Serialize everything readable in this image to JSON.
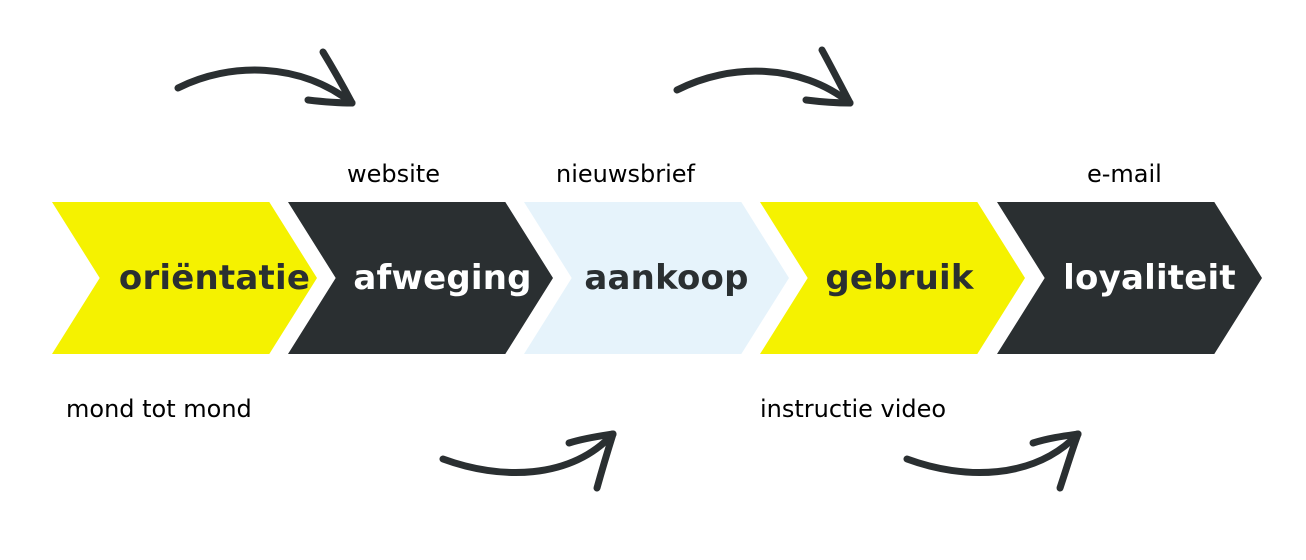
{
  "stages": [
    {
      "label": "oriëntatie",
      "fill": "#f5f200",
      "text_color": "#2a2f31"
    },
    {
      "label": "afweging",
      "fill": "#2a2f31",
      "text_color": "#ffffff"
    },
    {
      "label": "aankoop",
      "fill": "#e6f3fb",
      "text_color": "#2a2f31"
    },
    {
      "label": "gebruik",
      "fill": "#f5f200",
      "text_color": "#2a2f31"
    },
    {
      "label": "loyaliteit",
      "fill": "#2a2f31",
      "text_color": "#ffffff"
    }
  ],
  "channels": {
    "website": "website",
    "nieuwsbrief": "nieuwsbrief",
    "email": "e-mail",
    "mond_tot_mond": "mond tot mond",
    "instructie_video": "instructie video"
  },
  "colors": {
    "yellow": "#f5f200",
    "dark": "#2a2f31",
    "light_blue": "#e6f3fb",
    "arrow": "#2a2f31"
  },
  "icons": [
    "curved-arrow-icon"
  ]
}
